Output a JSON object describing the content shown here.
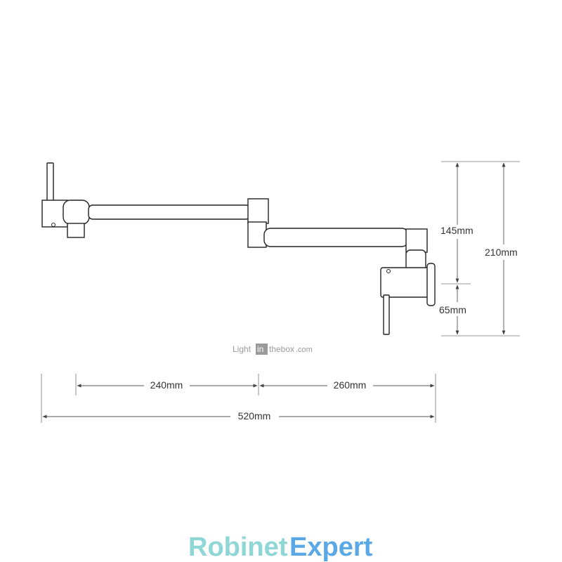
{
  "dimensions": {
    "upper_vertical": "145mm",
    "lower_vertical": "65mm",
    "total_vertical": "210mm",
    "left_arm": "240mm",
    "right_arm": "260mm",
    "total_width": "520mm"
  },
  "watermark": {
    "before": "Light",
    "boxed": "in",
    "after": "thebox",
    "suffix": ".com"
  },
  "brand": {
    "part1": "Robinet",
    "part2": "Expert",
    "color1": "#8fd6d6",
    "color2": "#5aa9e6"
  },
  "line_color": "#222222"
}
